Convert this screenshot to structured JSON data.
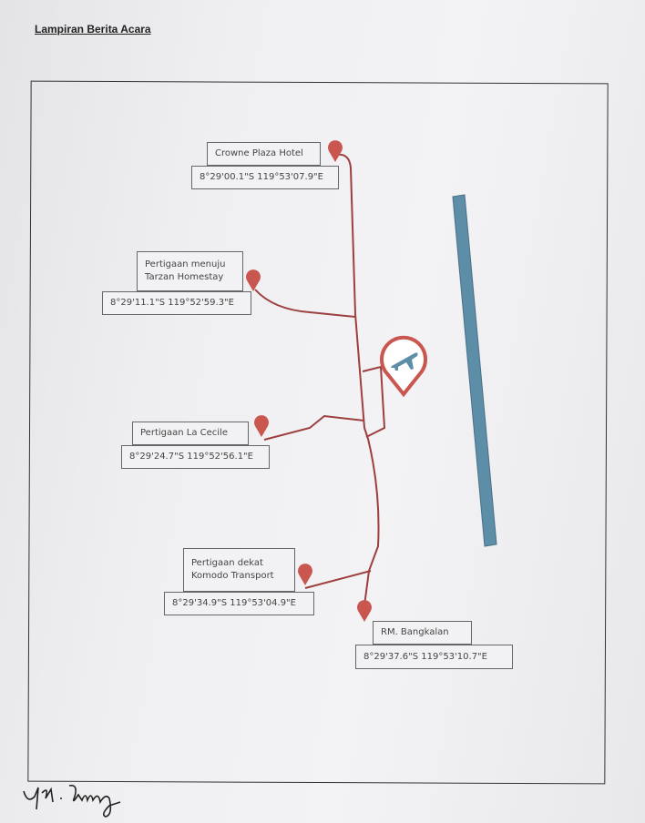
{
  "header": {
    "title": "Lampiran Berita Acara"
  },
  "places": [
    {
      "name": "Crowne Plaza Hotel",
      "coords": "8°29'00.1\"S 119°53'07.9\"E"
    },
    {
      "name_line1": "Pertigaan menuju",
      "name_line2": "Tarzan Homestay",
      "coords": "8°29'11.1\"S 119°52'59.3\"E"
    },
    {
      "name": "Pertigaan La Cecile",
      "coords": "8°29'24.7\"S 119°52'56.1\"E"
    },
    {
      "name_line1": "Pertigaan dekat",
      "name_line2": "Komodo Transport",
      "coords": "8°29'34.9\"S 119°53'04.9\"E"
    },
    {
      "name": "RM. Bangkalan",
      "coords": "8°29'37.6\"S 119°53'10.7\"E"
    }
  ],
  "colors": {
    "road": "#a0403f",
    "pin": "#c9564f",
    "runway": "#5d8ea8"
  }
}
